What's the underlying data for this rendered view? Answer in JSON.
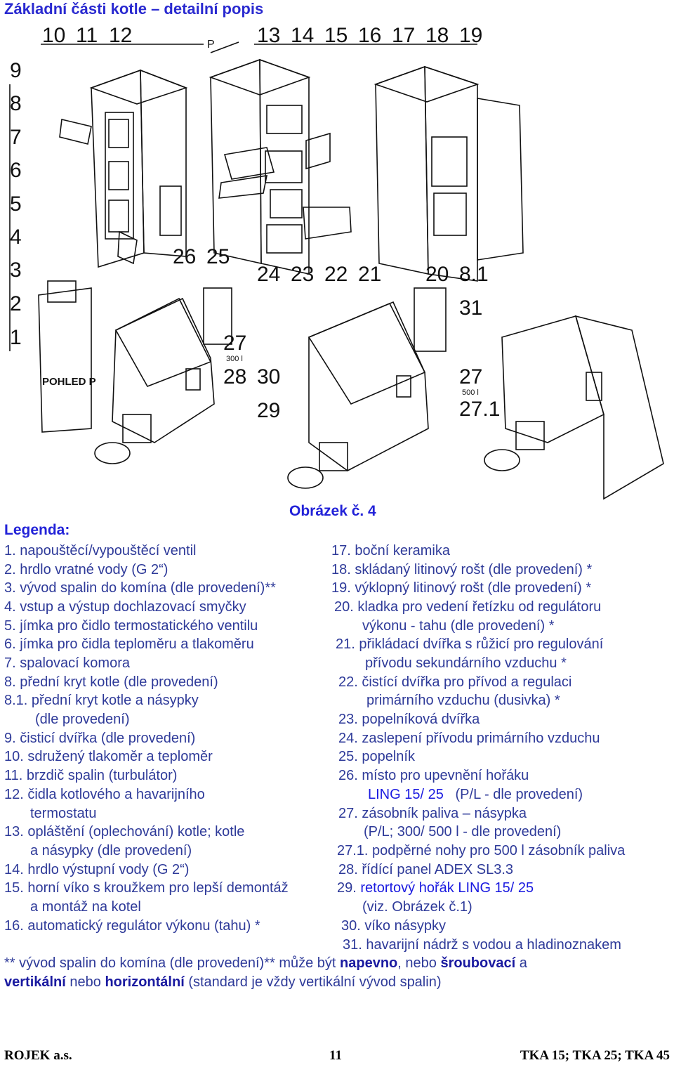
{
  "title": "Základní části kotle – detailní popis",
  "drawing": {
    "callouts_top": [
      "10",
      "11",
      "12",
      "13",
      "14",
      "15",
      "16",
      "17",
      "18",
      "19"
    ],
    "callouts_left": [
      "9",
      "8",
      "7",
      "6",
      "5",
      "4",
      "3",
      "2",
      "1"
    ],
    "callouts_mid": [
      "26",
      "25",
      "24",
      "23",
      "22",
      "21",
      "20",
      "8.1",
      "31"
    ],
    "callouts_low": [
      "27",
      "28",
      "30",
      "29",
      "27",
      "27.1"
    ],
    "sub_27a": "300 l",
    "sub_27b": "500 l",
    "arrow_p": "P",
    "view_label": "POHLED P"
  },
  "figure_caption": "Obrázek č. 4",
  "legend_heading": "Legenda:",
  "left_items": [
    "1. napouštěcí/vypouštěcí ventil",
    "2. hrdlo vratné vody (G 2“)",
    "3. vývod spalin do komína (dle provedení)**",
    "4.  vstup a výstup dochlazovací smyčky",
    "5. jímka pro čidlo termostatického ventilu",
    "6. jímka pro čidla teploměru a tlakoměru",
    "7. spalovací komora",
    "8. přední kryt kotle (dle provedení)",
    "8.1. přední kryt kotle a násypky",
    "(dle provedení)",
    "9. čisticí dvířka (dle provedení)",
    "10. sdružený tlakoměr a teploměr",
    "11. brzdič spalin  (turbulátor)",
    "12. čidla kotlového a havarijního",
    "termostatu",
    "13. opláštění (oplechování) kotle; kotle",
    "a násypky (dle provedení)",
    "14. hrdlo výstupní vody  (G 2“)",
    "15. horní víko s kroužkem pro lepší demontáž",
    "a montáž na kotel",
    "16. automatický regulátor výkonu (tahu) *"
  ],
  "right_items": [
    "17. boční keramika",
    "18. skládaný litinový rošt (dle provedení) *",
    "19. výklopný litinový rošt (dle provedení) *",
    "20. kladka pro vedení řetízku od regulátoru",
    "výkonu - tahu (dle provedení) *",
    "21. přikládací dvířka s růžicí pro regulování",
    "přívodu sekundárního vzduchu *",
    "22. čistící dvířka pro přívod a regulaci",
    "primárního vzduchu (dusivka) *",
    "23. popelníková dvířka",
    "24. zaslepení přívodu primárního vzduchu",
    "25. popelník",
    "26. místo pro upevnění hořáku",
    "LING 15/ 25",
    "(P/L  - dle provedení)",
    "27. zásobník paliva – násypka",
    "(P/L; 300/ 500 l  - dle provedení)",
    "27.1. podpěrné nohy pro 500 l zásobník paliva",
    "28. řídící panel ADEX SL3.3",
    "29.",
    "retortový hořák LING 15/ 25",
    "(viz. Obrázek č.1)",
    "30. víko násypky",
    "31. havarijní nádrž s vodou a hladinoznakem"
  ],
  "note": {
    "l1_a": "** vývod spalin do komína (dle provedení)** může být ",
    "l1_b": "napevno",
    "l1_c": ", nebo ",
    "l1_d": "šroubovací",
    "l1_e": " a",
    "l2_a": "vertikální",
    "l2_b": " nebo ",
    "l2_c": "horizontální",
    "l2_d": " (standard je vždy vertikální vývod spalin)"
  },
  "footer": {
    "left": "ROJEK a.s.",
    "center": "11",
    "right": "TKA 15; TKA 25; TKA 45"
  }
}
